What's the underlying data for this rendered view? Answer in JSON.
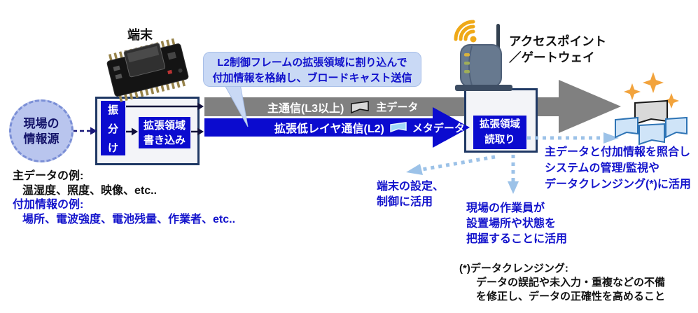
{
  "colors": {
    "accent_blue": "#0b0bcf",
    "main_arrow_gray": "#808080",
    "navy_border": "#1f3864",
    "callout_fill": "#c9d9f5",
    "source_ellipse_fill": "#b9c5ee",
    "dotted_arrow_blue": "#9cc2e8",
    "sparkle_orange": "#f2a33c",
    "annotation_blue": "#1414cc"
  },
  "nodes": {
    "source": {
      "line1": "現場の",
      "line2": "情報源"
    },
    "terminal_label": "端末",
    "sorter": {
      "char1": "振",
      "char2": "分",
      "char3": "け"
    },
    "writer": {
      "line1": "拡張領域",
      "line2": "書き込み"
    },
    "reader": {
      "line1": "拡張領域",
      "line2": "読取り"
    },
    "access_point": {
      "line1": "アクセスポイント",
      "line2": "／ゲートウェイ"
    }
  },
  "callout": {
    "line1": "L2制御フレームの拡張領域に割り込んで",
    "line2": "付加情報を格納し、ブロードキャスト送信"
  },
  "channels": {
    "main": {
      "label": "主通信(L3以上)",
      "data_label": "主データ"
    },
    "extended": {
      "label": "拡張低レイヤ通信(L2)",
      "data_label": "メタデータ"
    }
  },
  "annotations": {
    "examples": {
      "main_title": "主データの例:",
      "main_items": "温湿度、照度、映像、etc..",
      "meta_title": "付加情報の例:",
      "meta_items": "場所、電波強度、電池残量、作業者、etc.."
    },
    "device_usage": {
      "line1": "端末の設定、",
      "line2": "制御に活用"
    },
    "worker_usage": {
      "line1": "現場の作業員が",
      "line2": "設置場所や状態を",
      "line3": "把握することに活用"
    },
    "system_usage": {
      "line1": "主データと付加情報を照合し",
      "line2": "システムの管理/監視や",
      "line3": "データクレンジング(*)に活用"
    },
    "footnote": {
      "line1": "(*)データクレンジング:",
      "line2": "データの誤記や未入力・重複などの不備",
      "line3": "を修正し、データの正確性を高めること"
    }
  }
}
